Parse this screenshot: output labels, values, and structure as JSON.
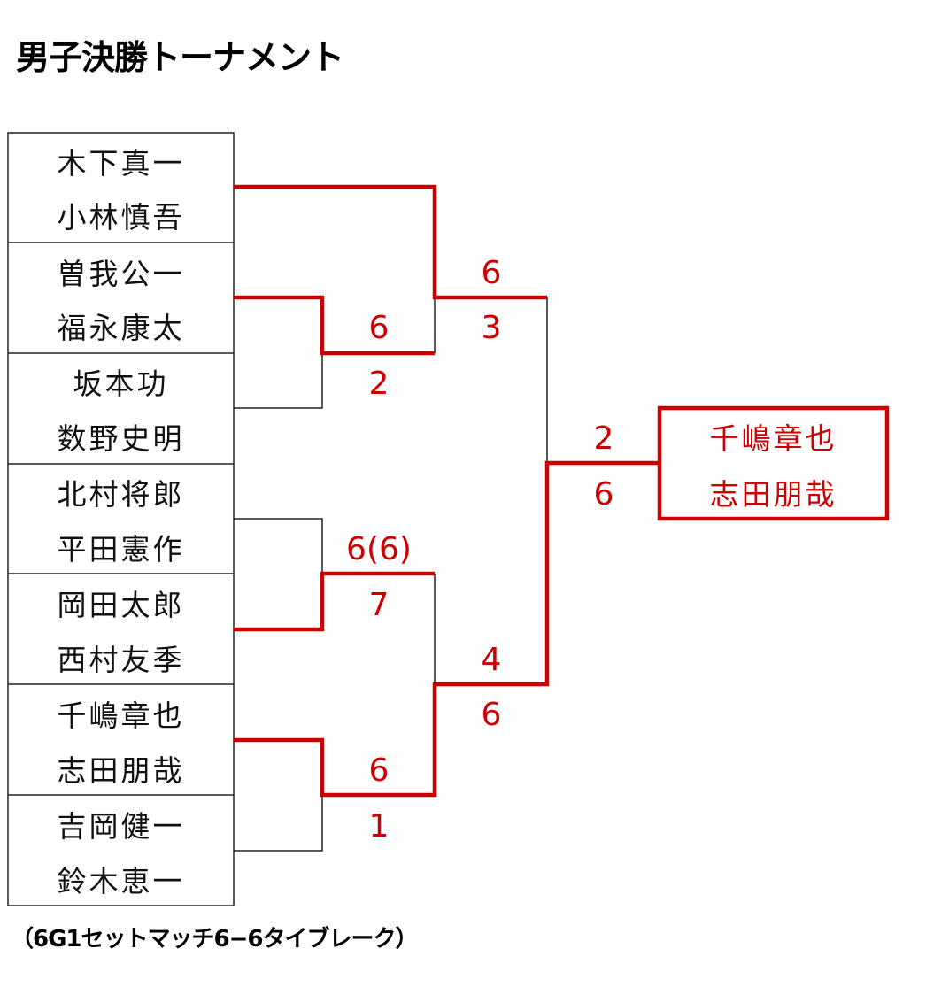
{
  "title": "男子決勝トーナメント",
  "footer": "（6G1セットマッチ6−6タイブレーク）",
  "colors": {
    "winner_line": "#cc0000",
    "line": "#222222"
  },
  "pairs": [
    {
      "players": [
        "木下真一",
        "小林慎吾"
      ]
    },
    {
      "players": [
        "曽我公一",
        "福永康太"
      ]
    },
    {
      "players": [
        "坂本功",
        "数野史明"
      ]
    },
    {
      "players": [
        "北村将郎",
        "平田憲作"
      ]
    },
    {
      "players": [
        "岡田太郎",
        "西村友季"
      ]
    },
    {
      "players": [
        "千嶋章也",
        "志田朋哉"
      ]
    },
    {
      "players": [
        "吉岡健一",
        "鈴木恵一"
      ]
    }
  ],
  "matches": [
    {
      "round": "1",
      "pairs": [
        "曽我公一・福永康太",
        "坂本功・数野史明"
      ],
      "scores": [
        "6",
        "2"
      ]
    },
    {
      "round": "1",
      "pairs": [
        "北村将郎・平田憲作",
        "岡田太郎・西村友季"
      ],
      "scores": [
        "6(6)",
        "7"
      ]
    },
    {
      "round": "1",
      "pairs": [
        "千嶋章也・志田朋哉",
        "吉岡健一・鈴木恵一"
      ],
      "scores": [
        "6",
        "1"
      ]
    },
    {
      "round": "semi",
      "pairs": [
        "木下真一・小林慎吾",
        "曽我公一・福永康太"
      ],
      "scores": [
        "6",
        "3"
      ]
    },
    {
      "round": "semi",
      "pairs": [
        "岡田太郎・西村友季",
        "千嶋章也・志田朋哉"
      ],
      "scores": [
        "4",
        "6"
      ]
    },
    {
      "round": "final",
      "pairs": [
        "木下真一・小林慎吾",
        "千嶋章也・志田朋哉"
      ],
      "scores": [
        "2",
        "6"
      ]
    }
  ],
  "champion": {
    "players": [
      "千嶋章也",
      "志田朋哉"
    ]
  }
}
